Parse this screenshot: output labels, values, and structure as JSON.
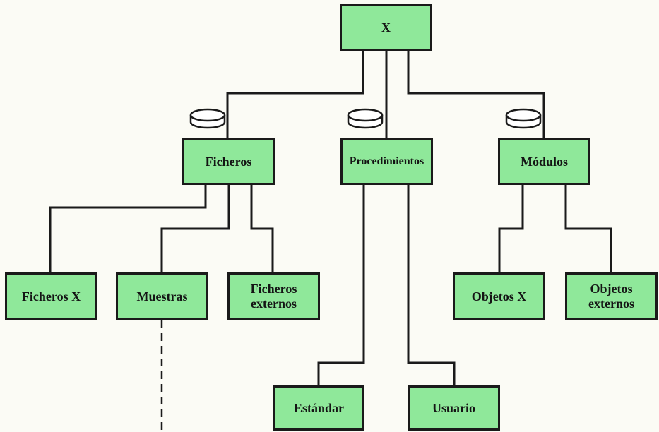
{
  "nodes": {
    "root": "X",
    "ficheros": "Ficheros",
    "procedimientos": "Procedimientos",
    "modulos": "Módulos",
    "ficheros_x": "Ficheros X",
    "muestras": "Muestras",
    "ficheros_externos": "Ficheros externos",
    "objetos_x": "Objetos X",
    "objetos_externos": "Objetos externos",
    "estandar": "Estándar",
    "usuario": "Usuario"
  },
  "colors": {
    "box_fill": "#8fe89a",
    "line": "#1a1a1a",
    "background": "#fbfbf5"
  },
  "icons": {
    "storage": "disk-icon"
  }
}
